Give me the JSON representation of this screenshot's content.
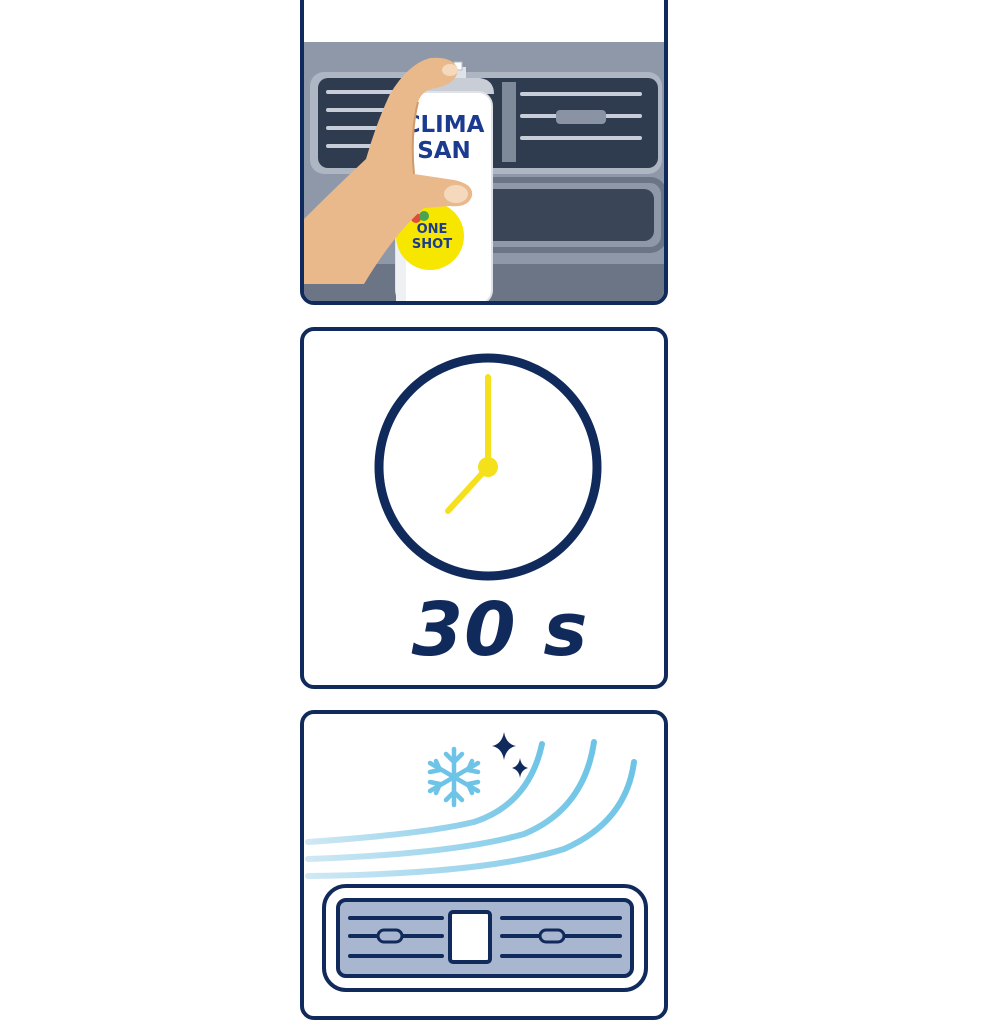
{
  "product": {
    "brand_line1": "CLIMA",
    "brand_line2": "SAN",
    "badge_line1": "ONE",
    "badge_line2": "SHOT"
  },
  "wait": {
    "duration_label": "30 s"
  },
  "icons": {
    "step1": "spray-can-in-car-vent-icon",
    "step2": "clock-icon",
    "step3": "cold-airflow-from-vent-icon",
    "snowflake": "snowflake-icon",
    "sparkles": "sparkle-icon"
  },
  "colors": {
    "navy": "#112a5c",
    "clock_hands": "#f5e11b",
    "airflow": "#6ec4e6",
    "badge_yellow": "#f6e600"
  }
}
